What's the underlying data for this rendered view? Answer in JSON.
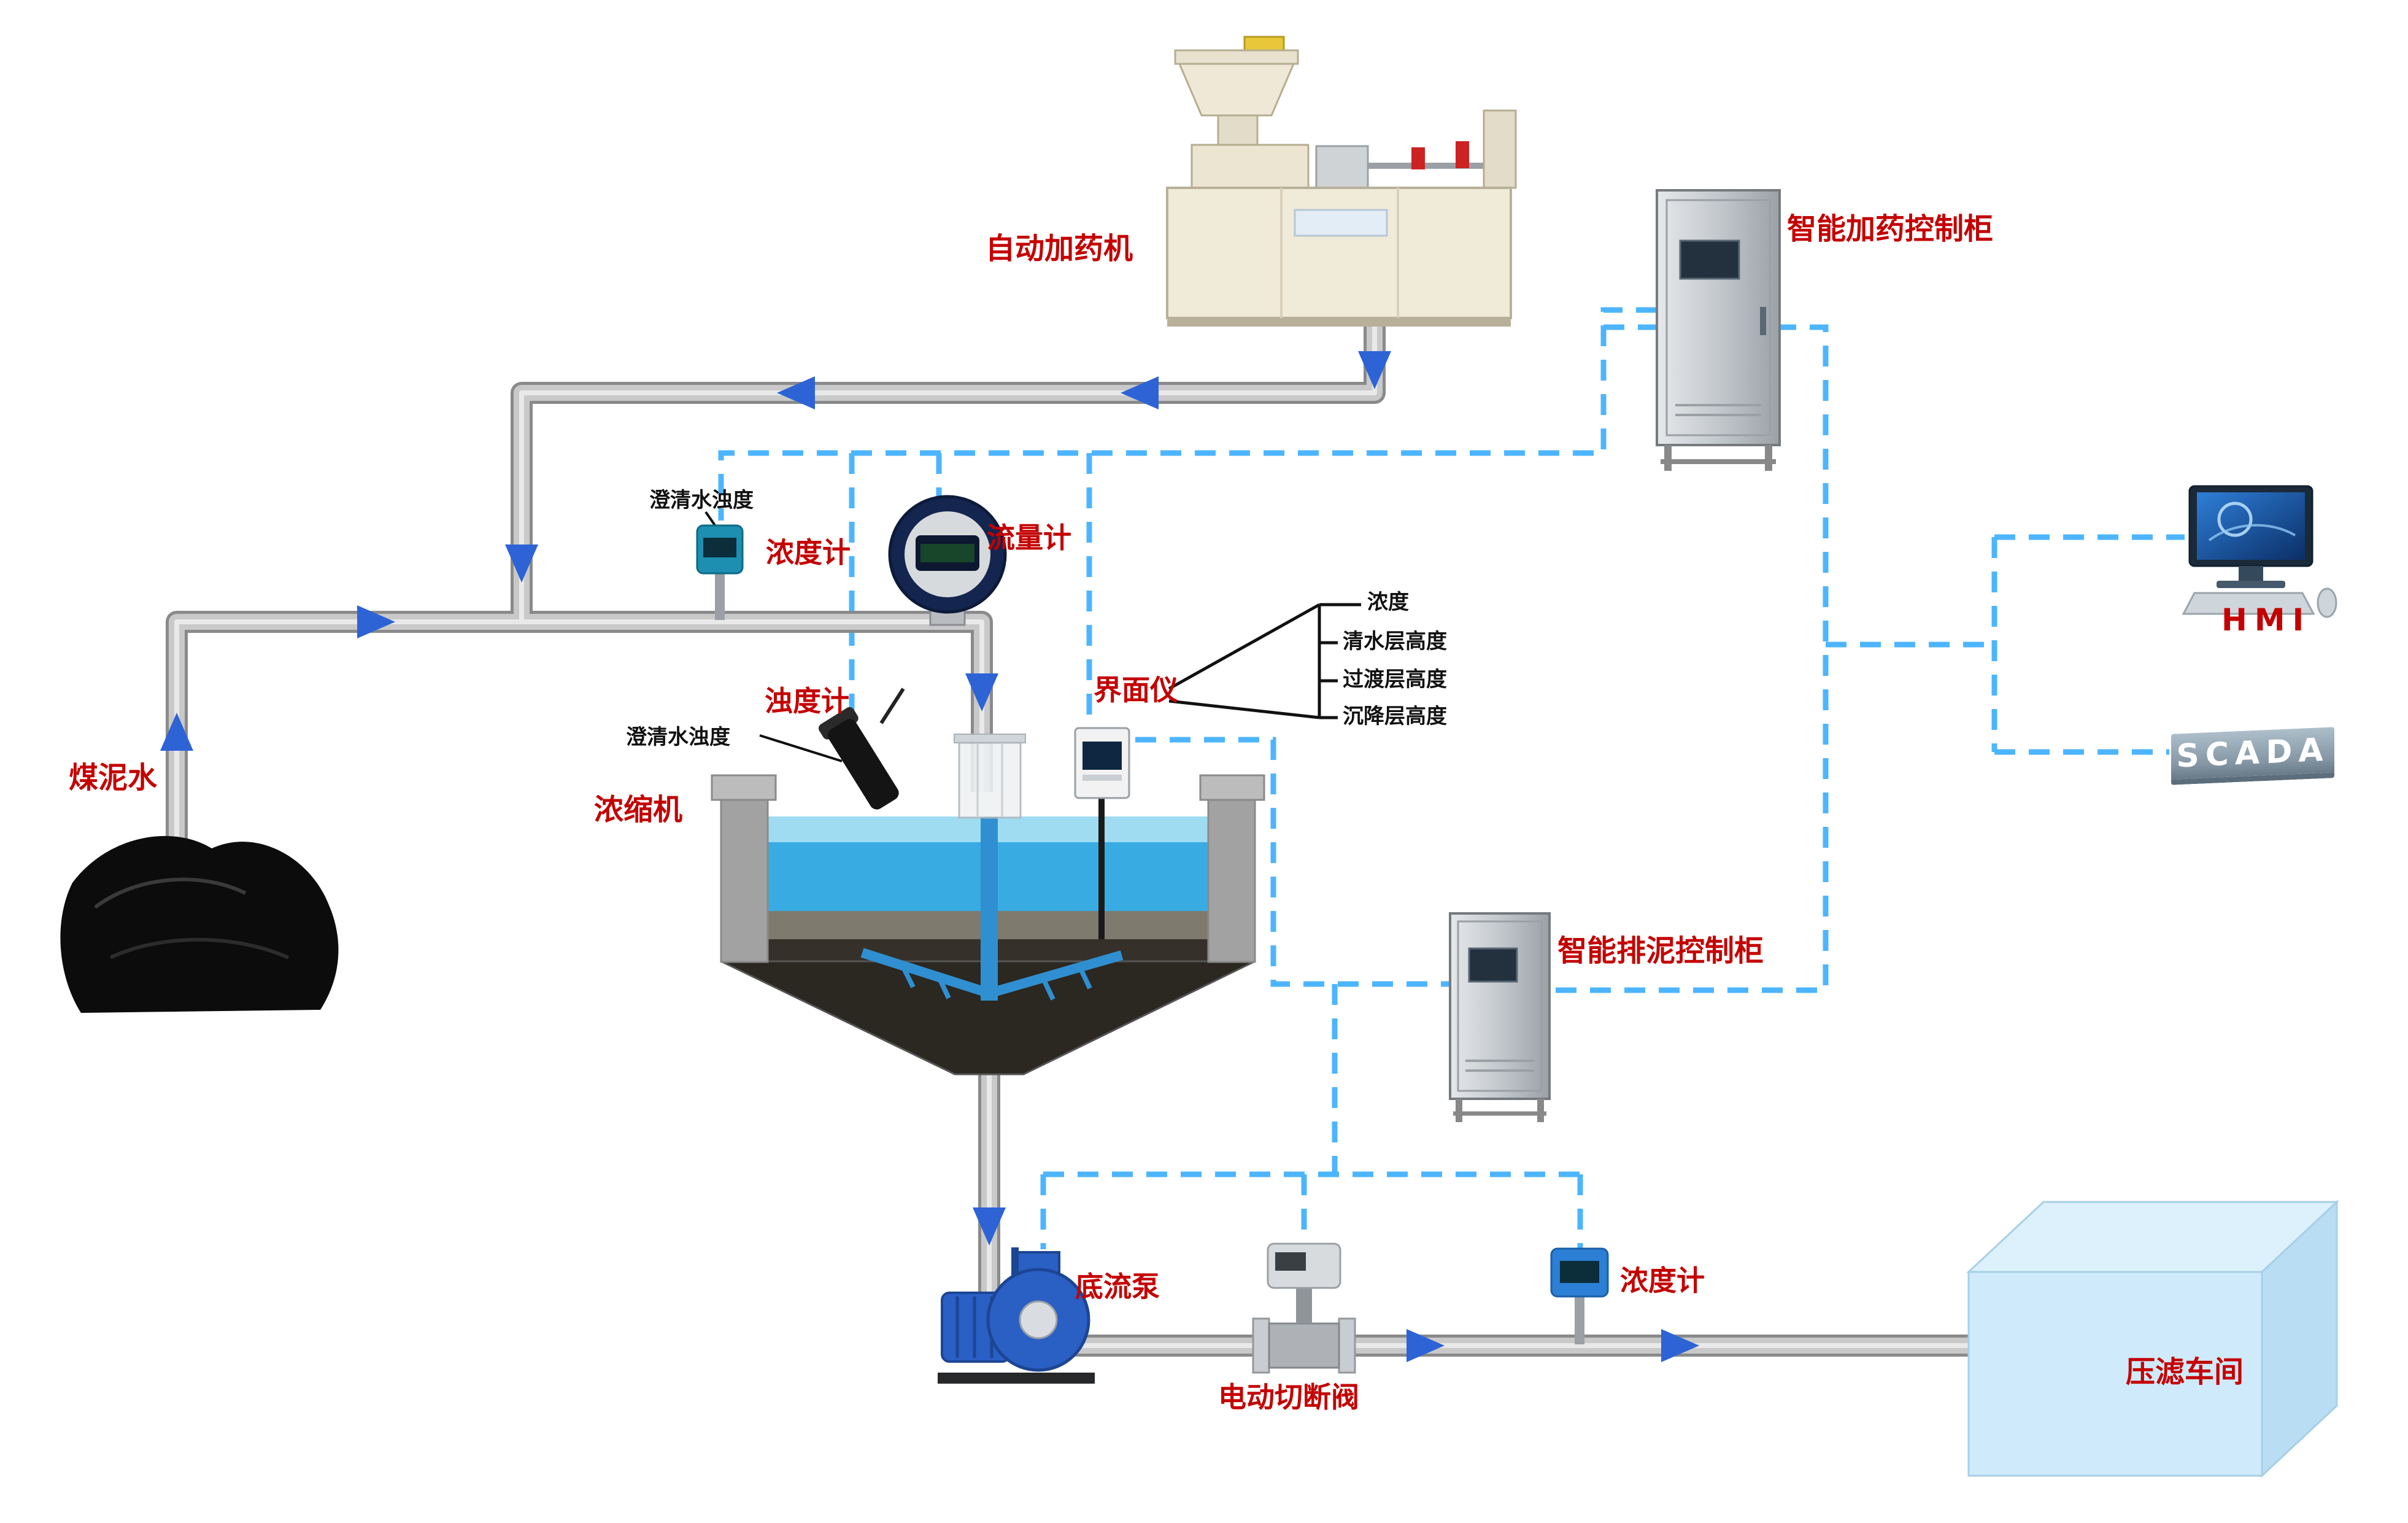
{
  "diagram": {
    "type": "process-flow-diagram",
    "labels": {
      "coal_slurry": "煤泥水",
      "dosing_machine": "自动加药机",
      "dosing_cabinet": "智能加药控制柜",
      "hmi": "HMI",
      "scada": "SCADA",
      "clarified_water_turbidity_top": "澄清水浊度",
      "concentration_meter_top": "浓度计",
      "flow_meter": "流量计",
      "turbidity_meter": "浊度计",
      "clarified_water_turbidity_mid": "澄清水浊度",
      "interface_meter": "界面仪",
      "thickener": "浓缩机",
      "sludge_cabinet": "智能排泥控制柜",
      "underflow_pump": "底流泵",
      "electric_shutoff_valve": "电动切断阀",
      "concentration_meter_bottom": "浓度计",
      "filter_press_workshop": "压滤车间",
      "interface_params": [
        "浓度",
        "清水层高度",
        "过渡层高度",
        "沉降层高度"
      ]
    },
    "colors": {
      "label_red": "#c40000",
      "signal_line_blue": "#4db5ff",
      "flow_arrow_blue": "#2e63d6",
      "pipe_gray": "#c9c9c9",
      "water_blue": "#38abe3",
      "filter_press_blue": "#cfeafa"
    },
    "connections": {
      "material_flow": [
        "煤泥水 → 浓缩机",
        "自动加药机 → 进料管道",
        "浓缩机底流 → 底流泵 → 电动切断阀 → 压滤车间"
      ],
      "signal_flow": [
        "浓度计/浊度计/流量计/界面仪 → 智能加药控制柜",
        "界面仪 → 智能排泥控制柜",
        "智能排泥控制柜 → 底流泵/电动切断阀/浓度计",
        "控制柜 → HMI / SCADA"
      ]
    }
  }
}
